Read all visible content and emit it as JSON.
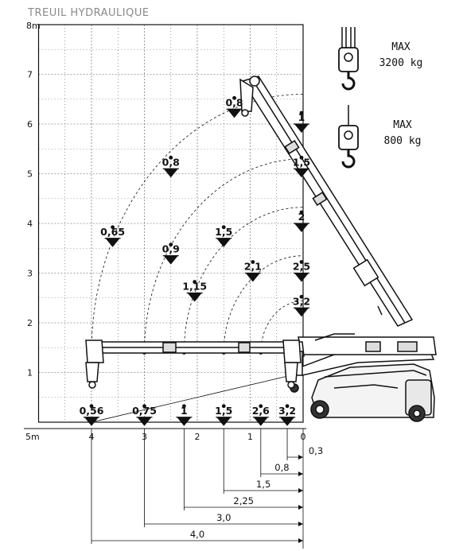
{
  "title": "TREUIL HYDRAULIQUE",
  "y_axis": {
    "unit_label": "8m",
    "ticks": [
      "1",
      "2",
      "3",
      "4",
      "5",
      "6",
      "7"
    ]
  },
  "x_axis": {
    "unit_label": "5m",
    "ticks": [
      "4",
      "3",
      "2",
      "1",
      "0"
    ]
  },
  "hooks": [
    {
      "line1": "MAX",
      "line2": "3200 kg",
      "icon": "hook-block-multi-line-icon"
    },
    {
      "line1": "MAX",
      "line2": "800 kg",
      "icon": "hook-block-single-line-icon"
    }
  ],
  "ground_capacities": [
    {
      "x": 4.0,
      "load": "0,56"
    },
    {
      "x": 3.0,
      "load": "0,75"
    },
    {
      "x": 2.25,
      "load": "1"
    },
    {
      "x": 1.5,
      "load": "1,5"
    },
    {
      "x": 0.8,
      "load": "2,6"
    },
    {
      "x": 0.3,
      "load": "3,2"
    }
  ],
  "vertical_capacities": [
    {
      "y": 6.0,
      "load": "1"
    },
    {
      "y": 5.1,
      "load": "1,5"
    },
    {
      "y": 4.0,
      "load": "2"
    },
    {
      "y": 3.0,
      "load": "2,5"
    },
    {
      "y": 2.3,
      "load": "3,2"
    }
  ],
  "arc_capacities": [
    {
      "x": 1.3,
      "y": 6.3,
      "load": "0,8"
    },
    {
      "x": 2.5,
      "y": 5.1,
      "load": "0,8"
    },
    {
      "x": 3.6,
      "y": 3.7,
      "load": "0,65"
    },
    {
      "x": 2.5,
      "y": 3.35,
      "load": "0,9"
    },
    {
      "x": 2.05,
      "y": 2.6,
      "load": "1,15"
    },
    {
      "x": 1.5,
      "y": 3.7,
      "load": "1,5"
    },
    {
      "x": 0.95,
      "y": 3.0,
      "load": "2,1"
    }
  ],
  "dimensions": [
    {
      "from": 0,
      "to": 0.3,
      "label": "0,3"
    },
    {
      "from": 0,
      "to": 0.8,
      "label": "0,8"
    },
    {
      "from": 0,
      "to": 1.5,
      "label": "1,5"
    },
    {
      "from": 0,
      "to": 2.25,
      "label": "2,25"
    },
    {
      "from": 0,
      "to": 3.0,
      "label": "3,0"
    },
    {
      "from": 0,
      "to": 4.0,
      "label": "4,0"
    }
  ],
  "colors": {
    "grid": "#555555",
    "ink": "#111111",
    "title": "#8a8a8a"
  }
}
